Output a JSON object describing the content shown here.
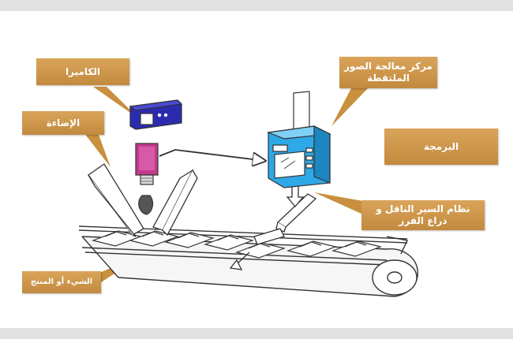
{
  "labels": {
    "camera": "الكاميرا",
    "lighting": "الإضاءة",
    "processing": "مركز معالجة الصور الملتقطة",
    "programming": "البرمجة",
    "conveyor": "نظام السير الناقل و ذراع الفرز",
    "product": "الشيء أو المنتج"
  },
  "colors": {
    "label_fill": "#c8903f",
    "camera_body": "#2b2bb0",
    "camera_lens": "#c23a8c",
    "processor": "#2ea8e6",
    "band": "#e1e1e1"
  }
}
